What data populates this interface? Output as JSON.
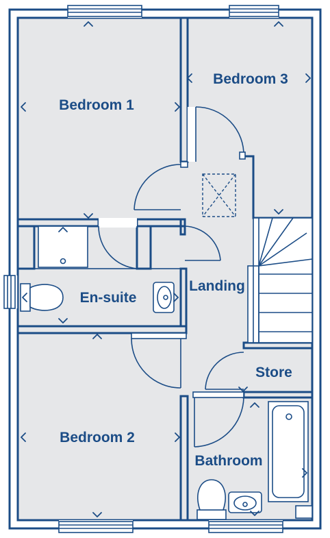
{
  "rooms": {
    "bedroom1": "Bedroom 1",
    "bedroom2": "Bedroom 2",
    "bedroom3": "Bedroom 3",
    "ensuite": "En-suite",
    "landing": "Landing",
    "store": "Store",
    "bathroom": "Bathroom"
  },
  "colors": {
    "wall": "#1b4c86",
    "floor": "#e6e7e9",
    "background": "#ffffff"
  },
  "icons": [
    "window",
    "door-swing",
    "toilet",
    "basin",
    "shower-tray",
    "bath",
    "staircase",
    "loft-hatch",
    "dimension-chevron"
  ]
}
